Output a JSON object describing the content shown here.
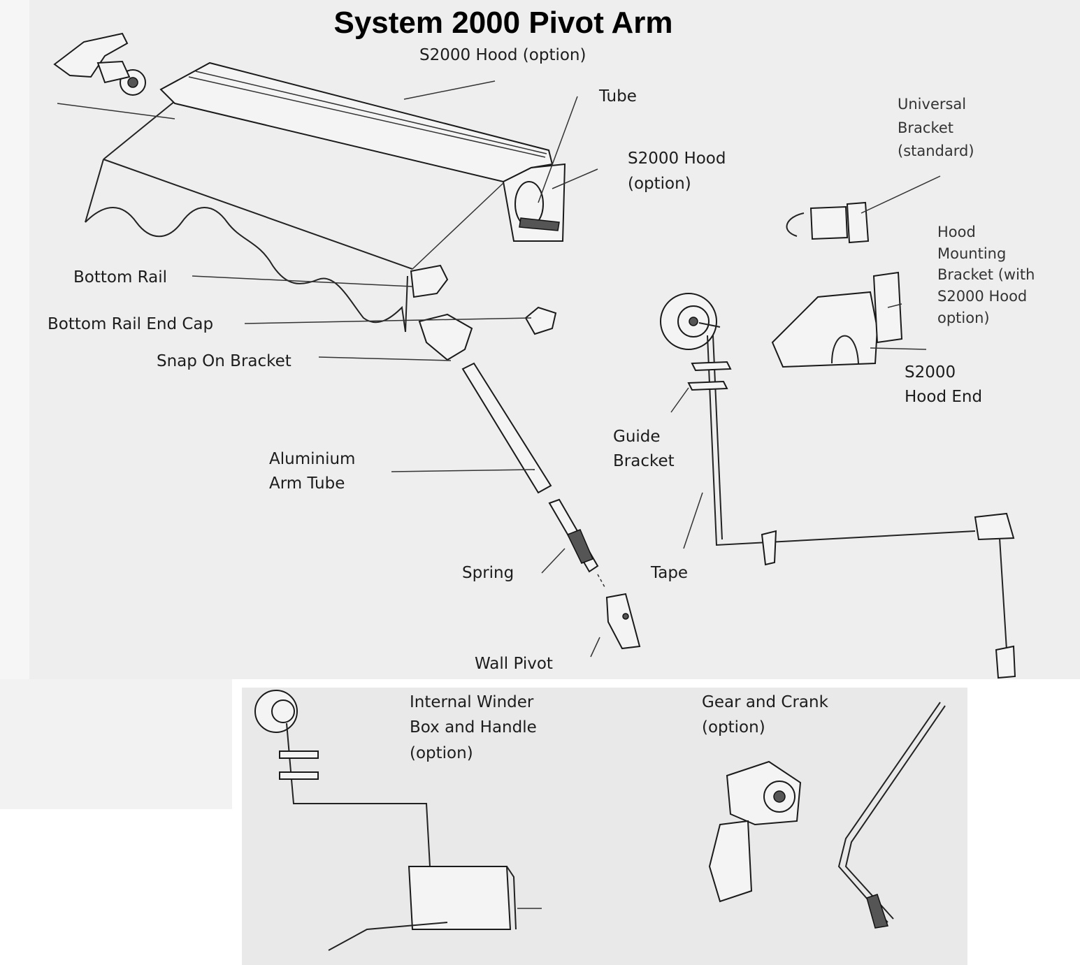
{
  "title": "System 2000 Pivot Arm",
  "labels": {
    "hood_top": "S2000 Hood (option)",
    "tube": "Tube",
    "universal_1": "Universal",
    "universal_2": "Bracket",
    "universal_3": "(standard)",
    "hood_side_1": "S2000 Hood",
    "hood_side_2": "(option)",
    "mounting_1": "Hood",
    "mounting_2": "Mounting",
    "mounting_3": "Bracket (with",
    "mounting_4": "S2000 Hood",
    "mounting_5": "option)",
    "bottom_rail": "Bottom Rail",
    "end_cap": "Bottom Rail End Cap",
    "snap_on": "Snap On Bracket",
    "hood_end_1": "S2000",
    "hood_end_2": "Hood End",
    "guide_1": "Guide",
    "guide_2": "Bracket",
    "arm_tube_1": "Aluminium",
    "arm_tube_2": "Arm Tube",
    "spring": "Spring",
    "tape": "Tape",
    "wall_pivot": "Wall Pivot",
    "winder_1": "Internal Winder",
    "winder_2": "Box and Handle",
    "winder_3": "(option)",
    "gear_1": "Gear and Crank",
    "gear_2": "(option)"
  }
}
